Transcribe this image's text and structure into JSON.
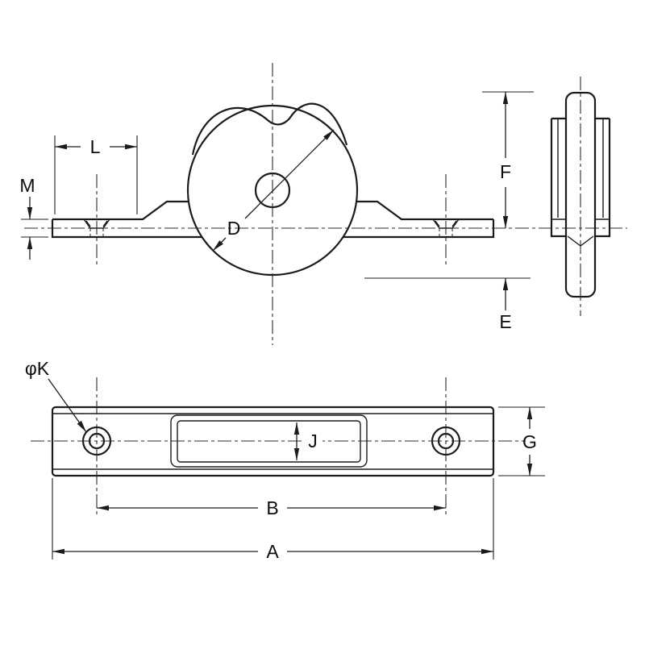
{
  "page": {
    "background": "#ffffff",
    "ink": "#1b1b1b",
    "description": "Dimensioned technical drawing of a sash/door roller bracket: front view with wheel, side view, and bottom plan view of mounting plate"
  },
  "dimensions": {
    "L": "L",
    "M": "M",
    "D": "D",
    "F": "F",
    "E": "E",
    "phi_k": "φK",
    "J": "J",
    "G": "G",
    "B": "B",
    "A": "A"
  }
}
